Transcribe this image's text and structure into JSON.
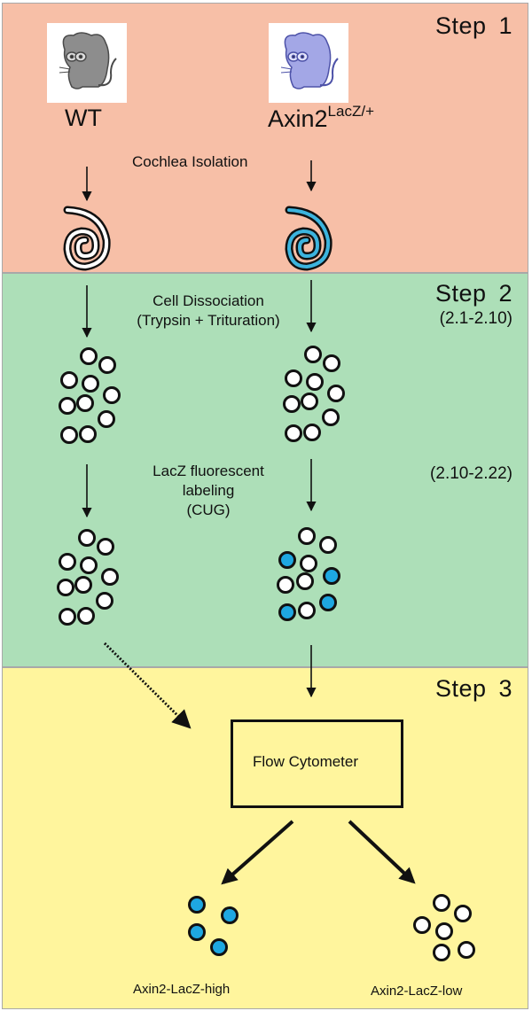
{
  "steps": [
    {
      "title": "Step  1"
    },
    {
      "title": "Step  2",
      "sub1": "(2.1-2.10)",
      "sub2": "(2.10-2.22)"
    },
    {
      "title": "Step  3"
    }
  ],
  "mice": {
    "wt": {
      "label": "WT",
      "color": "#8a8a8a"
    },
    "axin2": {
      "label_main": "Axin2",
      "label_sup": "LacZ/+",
      "color": "#9a9ee0"
    }
  },
  "annotations": {
    "cochlea_isolation": "Cochlea Isolation",
    "cell_dissociation_1": "Cell Dissociation",
    "cell_dissociation_2": "(Trypsin + Trituration)",
    "lacz_1": "LacZ fluorescent",
    "lacz_2": "labeling",
    "lacz_3": "(CUG)",
    "flow_cytometer": "Flow Cytometer",
    "result_high": "Axin2-LacZ-high",
    "result_low": "Axin2-LacZ-low"
  },
  "colors": {
    "step1_bg": "#f7bfa7",
    "step2_bg": "#addfb8",
    "step3_bg": "#fff59d",
    "labeled_cell": "#1ea7e1",
    "unlabeled_cell": "#ffffff"
  },
  "clusters": {
    "wt_dissociated": {
      "labeled": [
        false,
        false,
        false,
        false,
        false,
        false,
        false,
        false,
        false,
        false
      ]
    },
    "axin2_dissociated": {
      "labeled": [
        false,
        false,
        false,
        false,
        false,
        false,
        false,
        false,
        false,
        false
      ]
    },
    "wt_labeled": {
      "labeled": [
        false,
        false,
        false,
        false,
        false,
        false,
        false,
        false,
        false,
        false
      ]
    },
    "axin2_labeled": {
      "labeled": [
        false,
        false,
        true,
        false,
        true,
        false,
        false,
        true,
        true,
        false
      ]
    },
    "sorted_high": {
      "labeled": [
        true,
        true,
        true,
        true
      ]
    },
    "sorted_low": {
      "labeled": [
        false,
        false,
        false,
        false,
        false,
        false
      ]
    }
  }
}
